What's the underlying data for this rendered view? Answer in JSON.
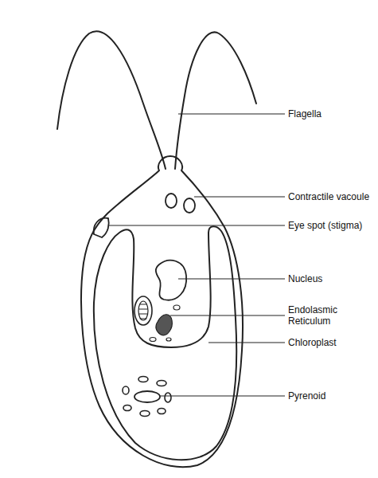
{
  "diagram": {
    "labels": [
      "Flagella",
      "Contractile vacoule",
      "Eye spot (stigma)",
      "Nucleus",
      "Endolasmic Reticulum",
      "Chloroplast",
      "Pyrenoid"
    ]
  }
}
